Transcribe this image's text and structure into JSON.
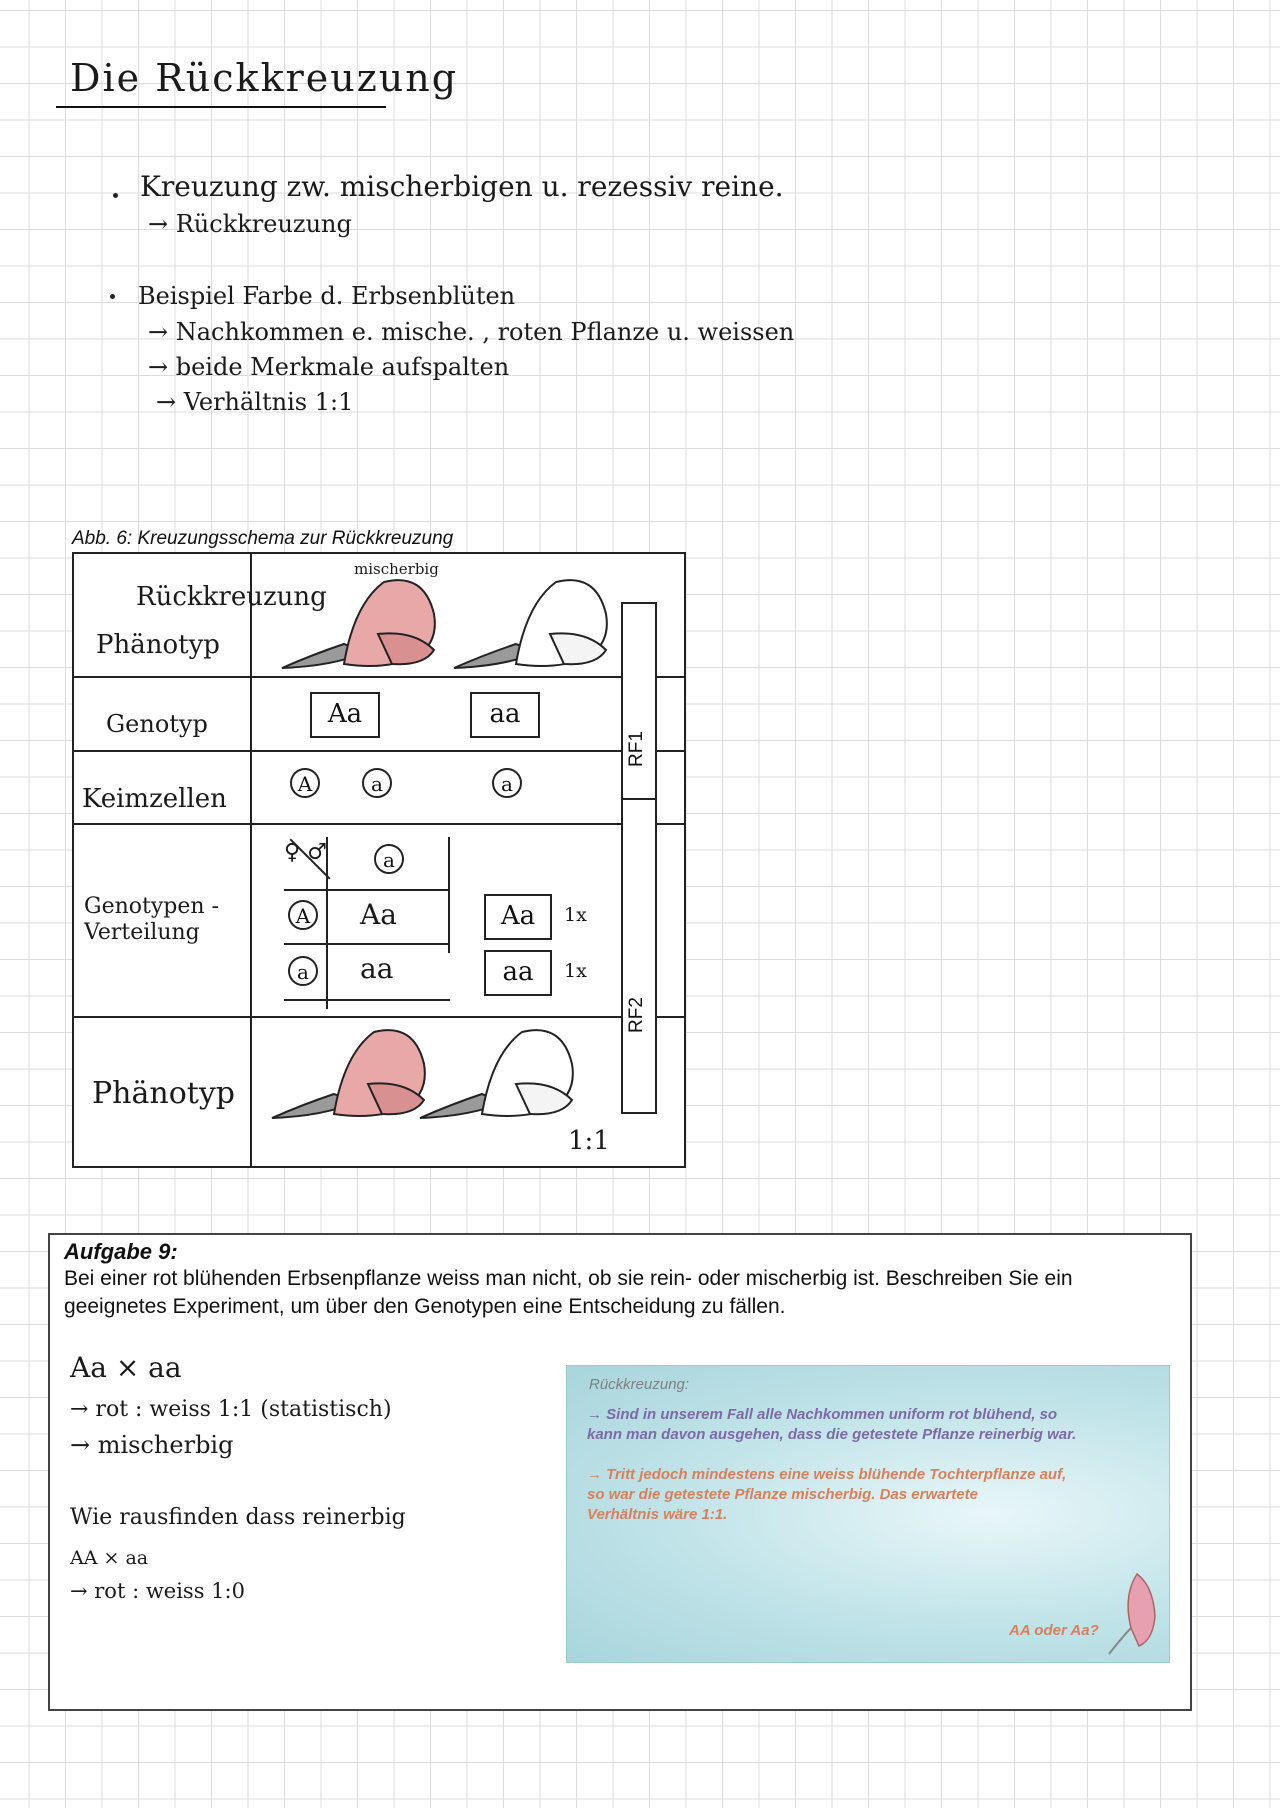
{
  "title": "Die Rückkreuzung",
  "notes": {
    "point1": "Kreuzung zw. mischerbigen u. rezessiv reine.",
    "point1_sub": "→ Rückkreuzung",
    "point2": "Beispiel Farbe d. Erbsenblüten",
    "point2_subs": [
      "→ Nachkommen e. mische. , roten Pflanze u. weissen",
      "→ beide Merkmale aufspalten",
      "→ Verhältnis 1:1"
    ]
  },
  "figure": {
    "caption": "Abb. 6: Kreuzungsschema zur Rückkreuzung",
    "header_label": "Rückkreuzung",
    "mischerbig_label": "mischerbig",
    "row_labels": {
      "phaenotyp_top": "Phänotyp",
      "genotyp": "Genotyp",
      "keimzellen": "Keimzellen",
      "genotypen_verteilung_1": "Genotypen -",
      "genotypen_verteilung_2": "Verteilung",
      "phaenotyp_bottom": "Phänotyp"
    },
    "parent_genotypes": [
      "Aa",
      "aa"
    ],
    "gametes": [
      "A",
      "a",
      "a"
    ],
    "punnett": {
      "sex_symbols": "♀ ♂",
      "male_gamete": "a",
      "rows": [
        {
          "female_gamete": "A",
          "result": "Aa"
        },
        {
          "female_gamete": "a",
          "result": "aa"
        }
      ]
    },
    "distribution": [
      {
        "genotype": "Aa",
        "count": "1x"
      },
      {
        "genotype": "aa",
        "count": "1x"
      }
    ],
    "ratio": "1:1",
    "rf_labels": [
      "RF1",
      "RF2"
    ],
    "colors": {
      "red_flower": "#e8a8a8",
      "white_flower": "#ffffff",
      "stem": "#9a9a9a"
    }
  },
  "task": {
    "title": "Aufgabe 9:",
    "text": "Bei einer rot blühenden Erbsenpflanze weiss man nicht, ob sie rein- oder mischerbig ist. Beschreiben Sie ein geeignetes Experiment, um über den Genotypen eine Entscheidung zu fällen.",
    "work_lines": [
      "Aa × aa",
      "→ rot : weiss   1:1   (statistisch)",
      "→ mischerbig",
      "Wie rausfinden dass reinerbig",
      "AA × aa",
      "→ rot : weiss    1:0"
    ],
    "slide": {
      "title": "Rückkreuzung:",
      "p1_line1": "→ Sind in unserem Fall alle Nachkommen uniform rot blühend, so",
      "p1_line2": "kann man davon ausgehen, dass die getestete Pflanze reinerbig war.",
      "p2_line1": "→ Tritt jedoch mindestens eine weiss blühende Tochterpflanze auf,",
      "p2_line2": "so war die getestete Pflanze mischerbig. Das erwartete",
      "p2_line3": "Verhältnis wäre 1:1.",
      "question": "AA oder Aa?",
      "colors": {
        "text_purple": "#7d6aa6",
        "text_orange": "#d9805a",
        "text_title": "#808080"
      }
    }
  }
}
